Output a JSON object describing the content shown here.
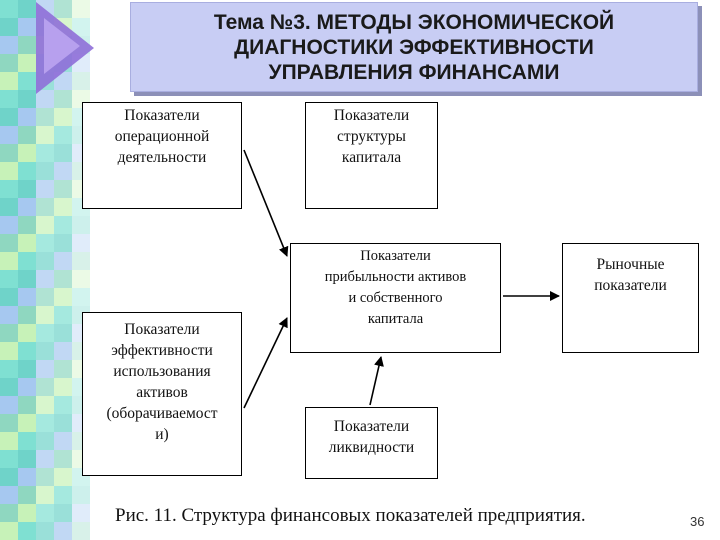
{
  "title": {
    "lines": [
      "Тема №3. МЕТОДЫ ЭКОНОМИЧЕСКОЙ",
      "ДИАГНОСТИКИ ЭФФЕКТИВНОСТИ",
      "УПРАВЛЕНИЯ ФИНАНСАМИ"
    ]
  },
  "nodes": {
    "operational": {
      "lines": [
        "Показатели",
        "операционной",
        "деятельности"
      ]
    },
    "capital_structure": {
      "lines": [
        "Показатели",
        "структуры",
        "капитала"
      ]
    },
    "profitability": {
      "lines": [
        "Показатели",
        "прибыльности активов",
        "и собственного",
        "капитала"
      ]
    },
    "market": {
      "lines": [
        "Рыночные",
        "показатели"
      ]
    },
    "asset_efficiency": {
      "lines": [
        "Показатели",
        "эффективности",
        "использования",
        "активов",
        "(оборачиваемост",
        "и)"
      ]
    },
    "liquidity": {
      "lines": [
        "Показатели",
        "ликвидности"
      ]
    }
  },
  "caption": "Рис. 11. Структура финансовых показателей предприятия.",
  "page_number": "36",
  "colors": {
    "title_bg": "#c8cdf4",
    "accent_triangle": "#8f6fd8",
    "mosaic": [
      "#7fe0d2",
      "#9fe8f0",
      "#c7f2b8",
      "#b3dff5",
      "#8fd7c0",
      "#e3f7c8",
      "#a6c8f0",
      "#d0f0f7",
      "#6fd3c9",
      "#b8ecd9"
    ]
  }
}
